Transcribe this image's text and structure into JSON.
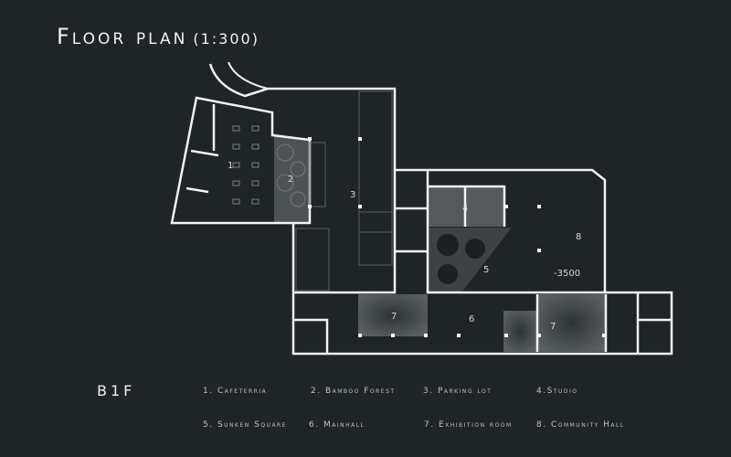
{
  "title": "Floor plan",
  "scale": "(1:300)",
  "floor": "B1F",
  "legend": [
    "1. Cafeterria",
    "2. Bamboo Forest",
    "3. Parking lot",
    "4.Studio",
    "5. Sunken Square",
    "6. Mainhall",
    "7. Exhibition room",
    "8. Community Hall"
  ],
  "plan_labels": {
    "r1": "1",
    "r2": "2",
    "r3": "3",
    "r4": "4",
    "r5": "5",
    "r6": "6",
    "r7a": "7",
    "r7b": "7",
    "r8": "8",
    "level": "-3500"
  },
  "colors": {
    "background": "#1f2427",
    "wall": "#f2f2f2",
    "shaded": "#4a4f52"
  }
}
